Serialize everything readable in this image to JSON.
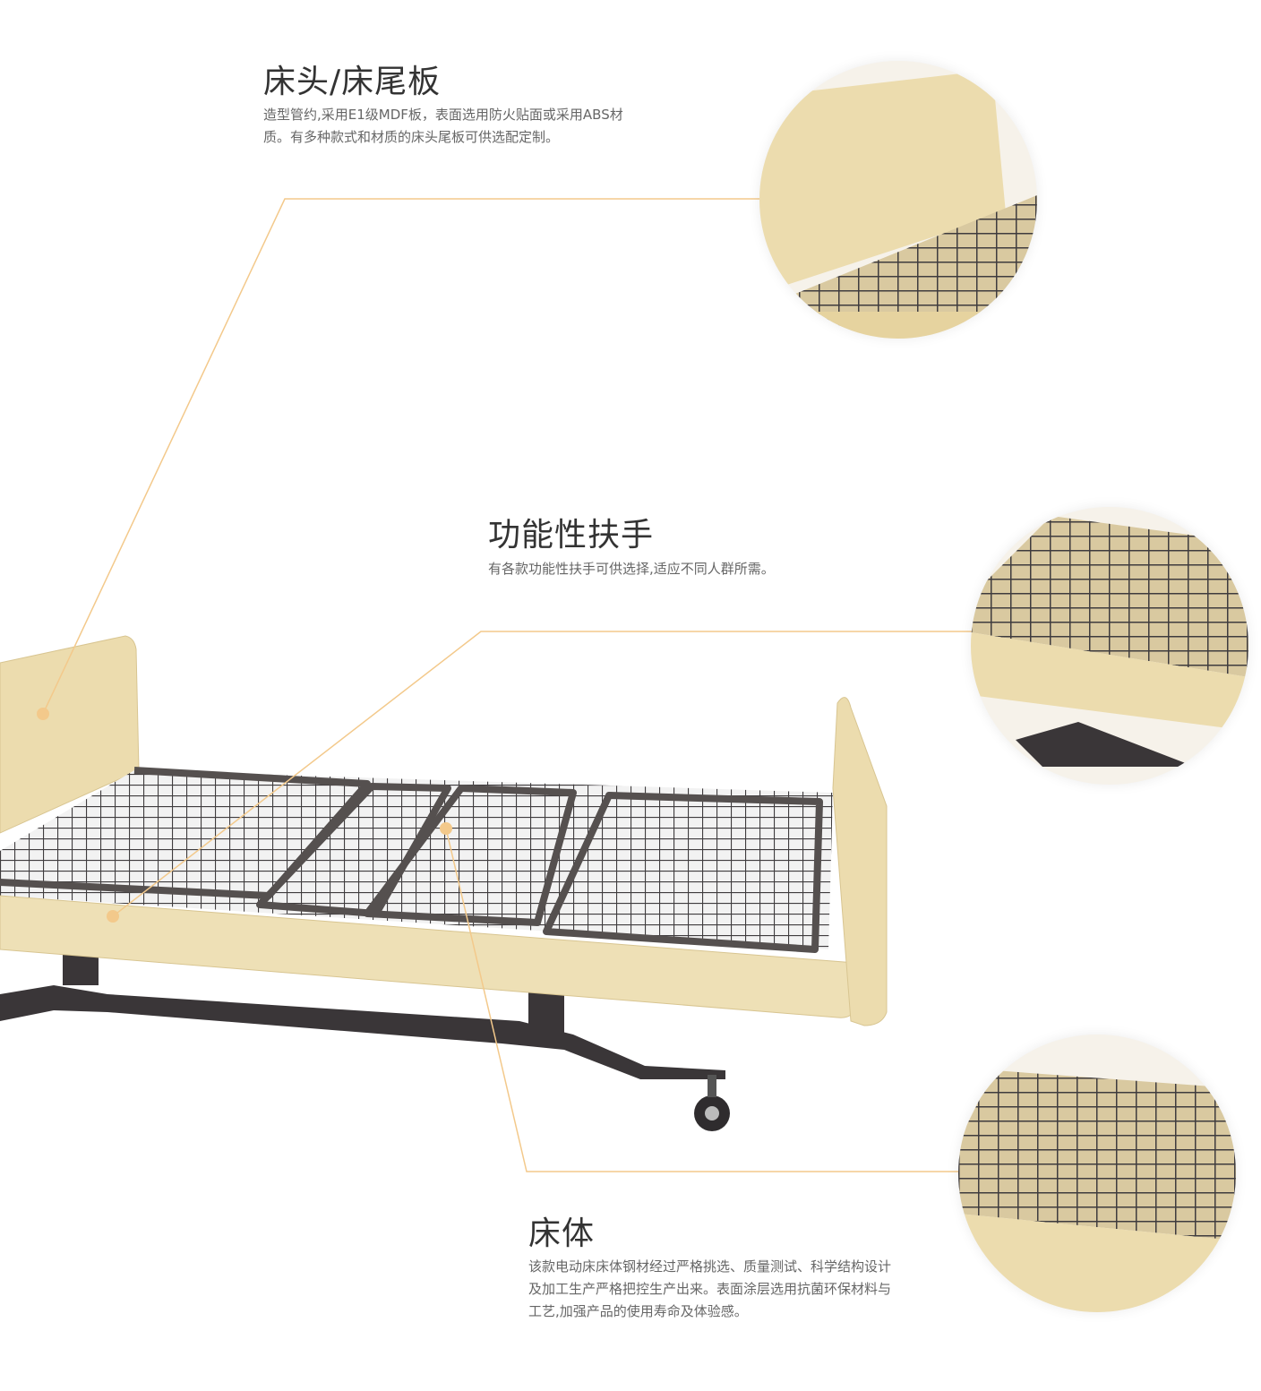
{
  "colors": {
    "leader_line": "#f3c98b",
    "wood": "#ecdcae",
    "frame": "#4a4648",
    "text_title": "#333333",
    "text_desc": "#666666"
  },
  "sections": [
    {
      "title": "床头/床尾板",
      "description_lines": [
        "造型管约,采用E1级MDF板，表面选用防火贴面或采用ABS材",
        "质。有多种款式和材质的床头尾板可供选配定制。"
      ]
    },
    {
      "title": "功能性扶手",
      "description_lines": [
        "有各款功能性扶手可供选择,适应不同人群所需。"
      ]
    },
    {
      "title": "床体",
      "description_lines": [
        "该款电动床床体钢材经过严格挑选、质量测试、科学结构设计",
        "及加工生产严格把控生产出来。表面涂层选用抗菌环保材料与",
        "工艺,加强产品的使用寿命及体验感。"
      ]
    }
  ]
}
